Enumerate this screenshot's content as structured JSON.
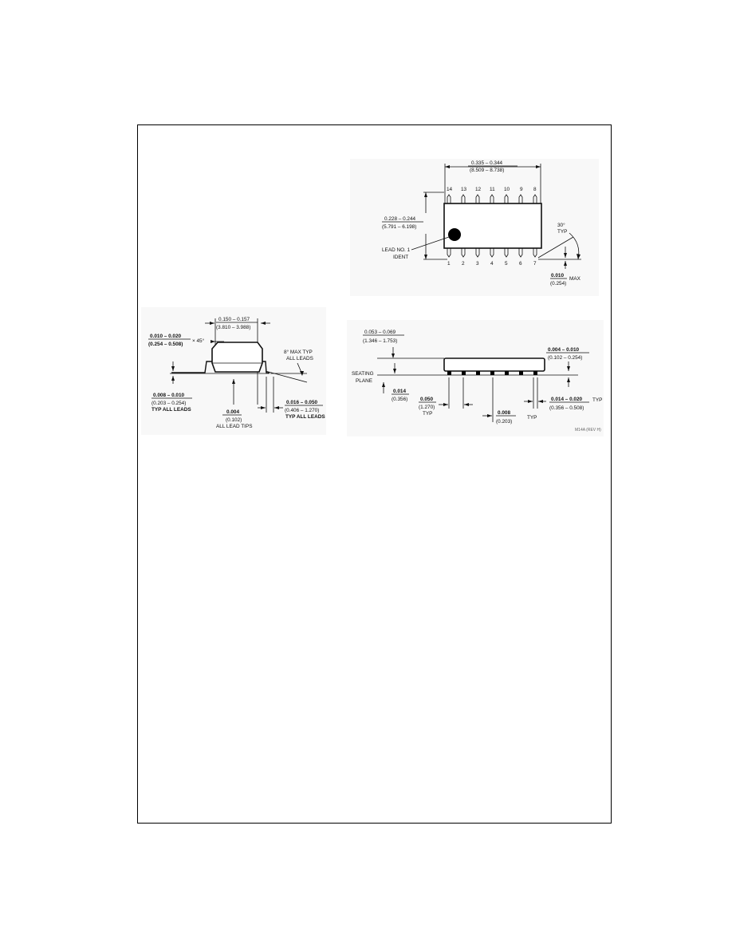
{
  "top_view": {
    "pin_numbers_top": [
      "14",
      "13",
      "12",
      "11",
      "10",
      "9",
      "8"
    ],
    "pin_numbers_bottom": [
      "1",
      "2",
      "3",
      "4",
      "5",
      "6",
      "7"
    ],
    "dim_length_in": "0.335 – 0.344",
    "dim_length_mm": "(8.509 – 8.738)",
    "dim_width_in": "0.228 – 0.244",
    "dim_width_mm": "(5.791 – 6.198)",
    "angle_label": "30°",
    "angle_typ": "TYP",
    "lead_ident_line1": "LEAD NO. 1",
    "lead_ident_line2": "IDENT",
    "max_in": "0.010",
    "max_label": "MAX",
    "max_mm": "(0.254)"
  },
  "end_view": {
    "width_in": "0.150 – 0.157",
    "width_mm": "(3.810 – 3.988)",
    "chamfer_in": "0.010 – 0.020",
    "chamfer_mm": "(0.254 – 0.508)",
    "chamfer_angle": "× 45°",
    "max_angle_line1": "8° MAX TYP",
    "max_angle_line2": "ALL LEADS",
    "lead_thk_in": "0.008 – 0.010",
    "lead_thk_mm": "(0.203 – 0.254)",
    "lead_thk_note": "TYP ALL LEADS",
    "tips_in": "0.004",
    "tips_mm": "(0.102)",
    "tips_note": "ALL LEAD TIPS",
    "foot_in": "0.016 – 0.050",
    "foot_mm": "(0.406 – 1.270)",
    "foot_note": "TYP ALL LEADS"
  },
  "side_view": {
    "height_in": "0.053 – 0.069",
    "height_mm": "(1.346 – 1.753)",
    "standoff_in": "0.004 – 0.010",
    "standoff_mm": "(0.102 – 0.254)",
    "seating_line1": "SEATING",
    "seating_line2": "PLANE",
    "seat_in": "0.014",
    "seat_mm": "(0.356)",
    "pitch_in": "0.050",
    "pitch_mm": "(1.270)",
    "pitch_typ": "TYP",
    "lead_w_in": "0.014 – 0.020",
    "lead_w_typ": "TYP",
    "lead_w_mm": "(0.356 – 0.508)",
    "gap_in": "0.008",
    "gap_typ": "TYP",
    "gap_mm": "(0.203)"
  },
  "drawing_code": "M14A (REV H)"
}
